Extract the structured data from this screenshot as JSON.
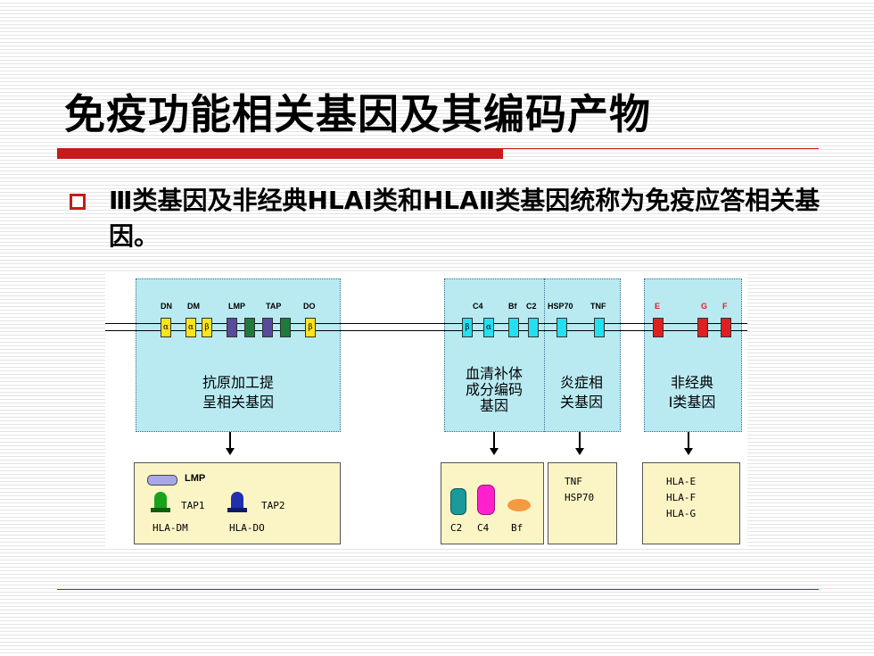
{
  "title": "免疫功能相关基因及其编码产物",
  "bullet": "Ⅲ类基因及非经典HLAⅠ类和HLAⅡ类基因统称为免疫应答相关基因。",
  "diagram": {
    "group1": {
      "gene_labels": [
        "DN",
        "DM",
        "LMP",
        "TAP",
        "DO"
      ],
      "gene_symbols": [
        "α",
        "α",
        "β",
        "β"
      ],
      "caption_lines": [
        "抗原加工提",
        "呈相关基因"
      ],
      "product": {
        "lmp": "LMP",
        "tap1": "TAP1",
        "tap2": "TAP2",
        "hla_dm": "HLA-DM",
        "hla_do": "HLA-DO"
      }
    },
    "group2": {
      "gene_labels": [
        "C4",
        "Bf",
        "C2"
      ],
      "gene_symbols": [
        "β",
        "α"
      ],
      "caption_lines": [
        "血清补体",
        "成分编码",
        "基因"
      ],
      "product": {
        "c2": "C2",
        "c4": "C4",
        "bf": "Bf"
      }
    },
    "group3": {
      "gene_labels": [
        "HSP70",
        "TNF"
      ],
      "caption_lines": [
        "炎症相",
        "关基因"
      ],
      "product": {
        "line1": "TNF",
        "line2": "HSP70"
      }
    },
    "group4": {
      "gene_labels": [
        "E",
        "G",
        "F"
      ],
      "caption_lines": [
        "非经典",
        "I类基因"
      ],
      "product": {
        "line1": "HLA-E",
        "line2": "HLA-F",
        "line3": "HLA-G"
      }
    },
    "colors": {
      "accent_red": "#c81a1a",
      "box_bg": "#b9eaf2",
      "product_bg": "#fbf5c6",
      "gene_yellow": "#ffe41a",
      "gene_purple": "#5a4a9c",
      "gene_green": "#1f7a3c",
      "gene_cyan": "#22e0f0",
      "gene_red": "#e02020"
    }
  }
}
